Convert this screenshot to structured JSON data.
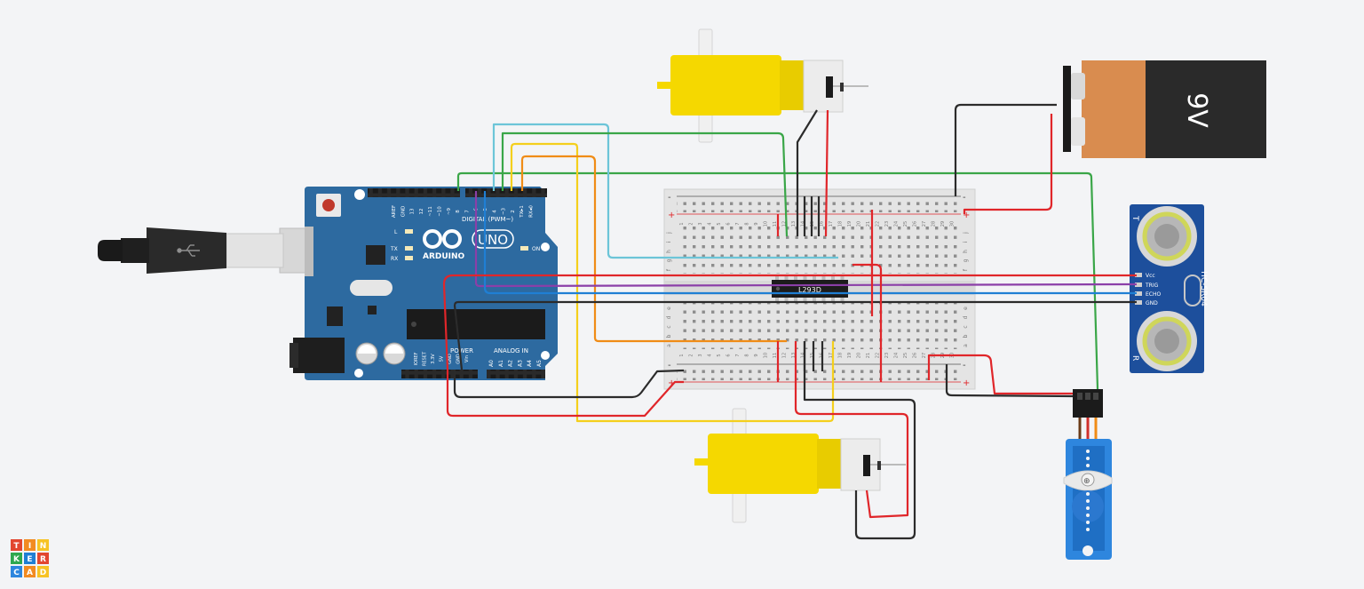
{
  "arduino": {
    "brand": "ARDUINO",
    "model": "UNO",
    "digital_header": "DIGITAL (PWM~)",
    "power_header": "POWER",
    "analog_header": "ANALOG IN",
    "led_l": "L",
    "led_tx": "TX",
    "led_rx": "RX",
    "led_on": "ON",
    "pins_top": [
      "AREF",
      "GND",
      "13",
      "12",
      "~11",
      "~10",
      "~9",
      "8",
      "7",
      "~6",
      "~5",
      "4",
      "~3",
      "2",
      "TX▸1",
      "RX◂0"
    ],
    "pins_power": [
      "IOREF",
      "RESET",
      "3.3V",
      "5V",
      "GND",
      "GND",
      "Vin"
    ],
    "pins_analog": [
      "A0",
      "A1",
      "A2",
      "A3",
      "A4",
      "A5"
    ]
  },
  "driver_ic": {
    "label": "L293D"
  },
  "battery": {
    "label": "9V"
  },
  "ultrasonic": {
    "model": "HC-SR04",
    "pins": [
      "Vcc",
      "TRIG",
      "ECHO",
      "GND"
    ],
    "marker_top": "T",
    "marker_bottom": "R"
  },
  "breadboard": {
    "row_letters_top": [
      "j",
      "i",
      "h",
      "g",
      "f"
    ],
    "row_letters_bottom": [
      "e",
      "d",
      "c",
      "b",
      "a"
    ],
    "column_labels": [
      "1",
      "2",
      "3",
      "4",
      "5",
      "6",
      "7",
      "8",
      "9",
      "10",
      "11",
      "12",
      "13",
      "14",
      "15",
      "16",
      "17",
      "18",
      "19",
      "20",
      "21",
      "22",
      "23",
      "24",
      "25",
      "26",
      "27",
      "28",
      "29",
      "30"
    ],
    "rail_minus": "-",
    "rail_plus": "+"
  },
  "logo": {
    "letters": [
      "T",
      "I",
      "N",
      "K",
      "E",
      "R",
      "C",
      "A",
      "D"
    ]
  },
  "colors": {
    "wire_red": "#e0262a",
    "wire_black": "#2b2b2b",
    "wire_green": "#3aa648",
    "wire_blue": "#1f7fd4",
    "wire_cyan": "#6cc5d8",
    "wire_orange": "#f08c16",
    "wire_yellow": "#f4cf1c",
    "wire_purple": "#8b3fa8",
    "arduino_blue": "#2d6aa0",
    "motor_yellow": "#f5d800"
  }
}
